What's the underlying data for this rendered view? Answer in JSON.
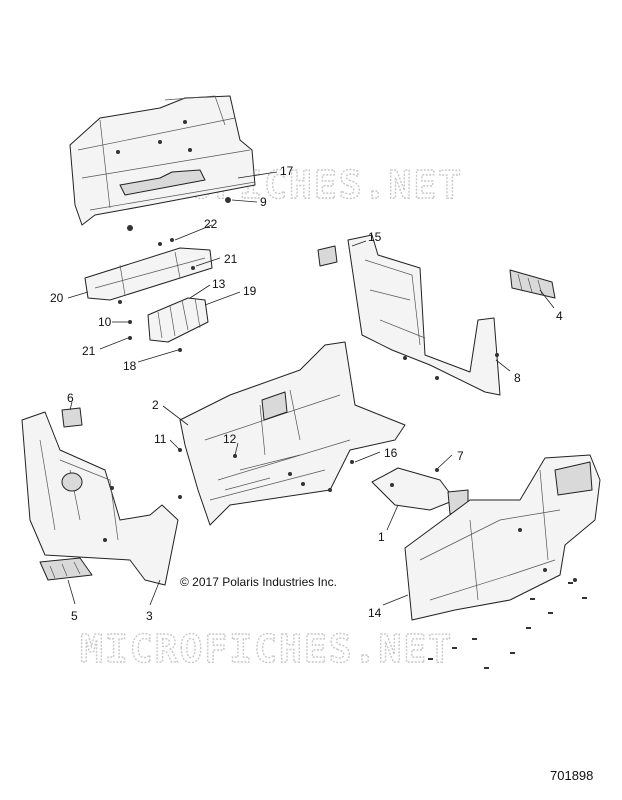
{
  "watermark": "MICROFICHES.NET",
  "copyright": "© 2017 Polaris Industries Inc.",
  "document_number": "701898",
  "callouts": {
    "c17": "17",
    "c9": "9",
    "c22": "22",
    "c21a": "21",
    "c20": "20",
    "c13": "13",
    "c19": "19",
    "c10": "10",
    "c21b": "21",
    "c18": "18",
    "c15": "15",
    "c4": "4",
    "c8": "8",
    "c6": "6",
    "c2": "2",
    "c11": "11",
    "c12": "12",
    "c16": "16",
    "c7": "7",
    "c1": "1",
    "c5": "5",
    "c3": "3",
    "c14": "14"
  }
}
